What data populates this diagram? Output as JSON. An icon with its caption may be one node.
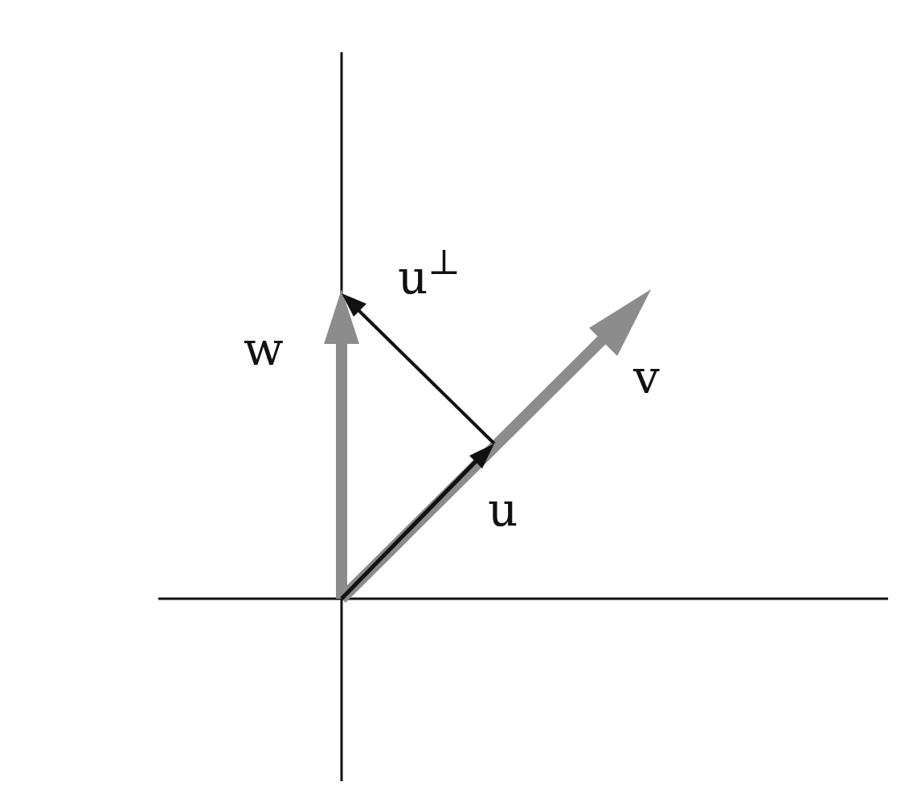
{
  "diagram": {
    "labels": [
      "u$^{⊥}$",
      "w",
      "v",
      "u"
    ]
  }
}
